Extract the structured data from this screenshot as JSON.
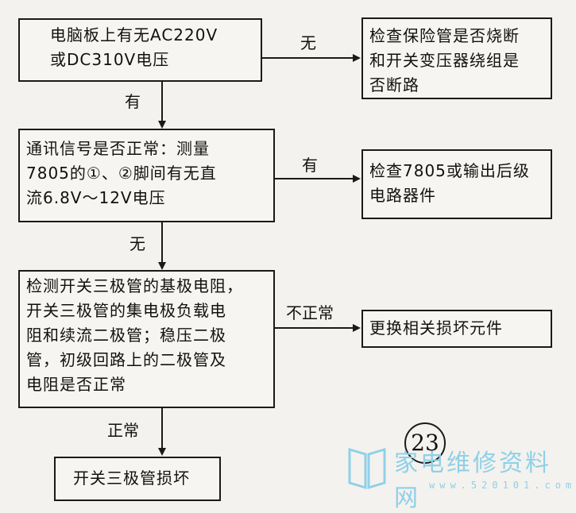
{
  "nodes": {
    "check_voltage": "电脑板上有无AC220V\n或DC310V电压",
    "check_fuse": "检查保险管是否烧断\n和开关变压器绕组是\n否断路",
    "check_signal": "通讯信号是否正常：测量\n7805的①、②脚间有无直\n流6.8V～12V电压",
    "check_7805": "检查7805或输出后级\n电路器件",
    "check_components": "检测开关三极管的基极电阻，\n开关三极管的集电极负载电\n阻和续流二极管；稳压二极\n管，初级回路上的二极管及\n电阻是否正常",
    "replace_parts": "更换相关损坏元件",
    "transistor_bad": "开关三极管损坏"
  },
  "edges": {
    "voltage_no": "无",
    "voltage_yes": "有",
    "signal_yes": "有",
    "signal_no": "无",
    "components_abnormal": "不正常",
    "components_normal": "正常"
  },
  "figure_number": "23",
  "watermark": {
    "site_name": "家电维修资料网",
    "url": "www.520101.com"
  },
  "colors": {
    "line": "#1a1a1a",
    "watermark": "#8fd0e8"
  }
}
